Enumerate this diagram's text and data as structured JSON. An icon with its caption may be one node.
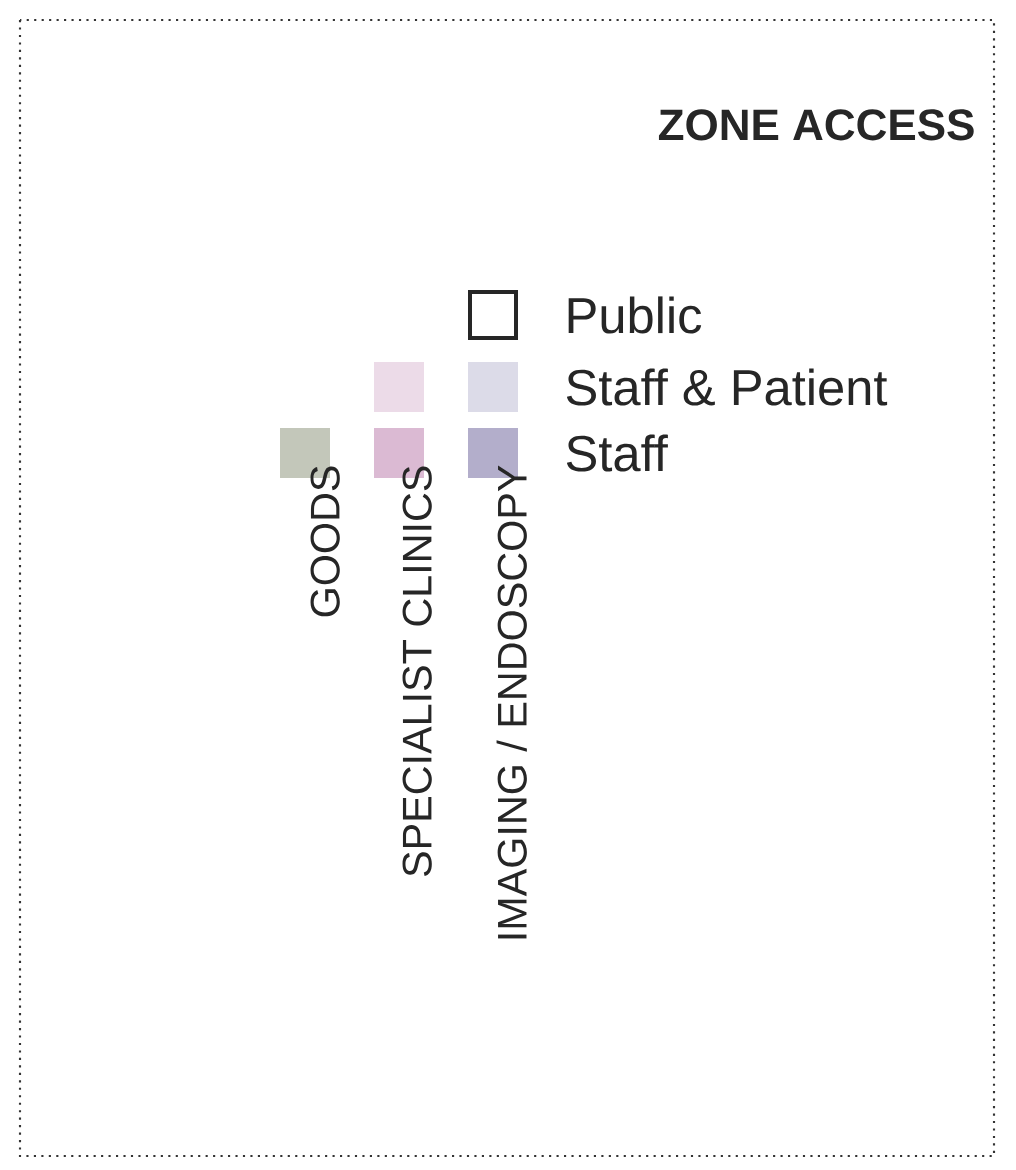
{
  "diagram": {
    "title": "ZONE ACCESS",
    "labels": [
      "GOODS",
      "SPECIALIST CLINICS",
      "IMAGING / ENDOSCOPY"
    ],
    "legend": [
      {
        "text": "Public"
      },
      {
        "text": "Staff & Patient",
        "color": "#dcdbe8"
      },
      {
        "text": "Staff",
        "color": "#b3aecb"
      }
    ]
  }
}
